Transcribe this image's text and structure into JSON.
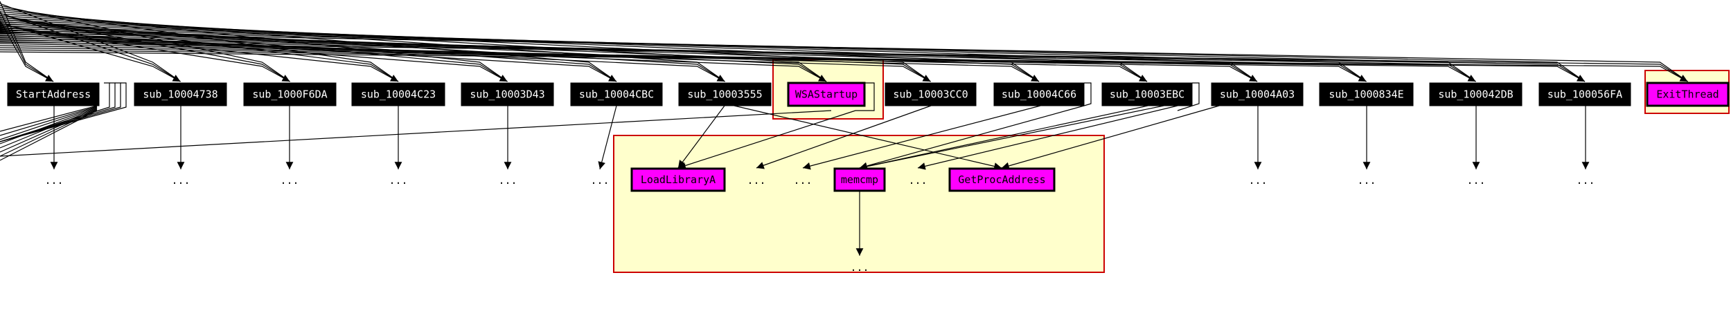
{
  "graph": {
    "top_nodes": [
      {
        "label": "StartAddress",
        "kind": "function"
      },
      {
        "label": "sub_10004738",
        "kind": "function"
      },
      {
        "label": "sub_1000F6DA",
        "kind": "function"
      },
      {
        "label": "sub_10004C23",
        "kind": "function"
      },
      {
        "label": "sub_10003D43",
        "kind": "function"
      },
      {
        "label": "sub_10004CBC",
        "kind": "function"
      },
      {
        "label": "sub_10003555",
        "kind": "function"
      },
      {
        "label": "WSAStartup",
        "kind": "import"
      },
      {
        "label": "sub_10003CC0",
        "kind": "function"
      },
      {
        "label": "sub_10004C66",
        "kind": "function"
      },
      {
        "label": "sub_10003EBC",
        "kind": "function"
      },
      {
        "label": "sub_10004A03",
        "kind": "function"
      },
      {
        "label": "sub_1000834E",
        "kind": "function"
      },
      {
        "label": "sub_100042DB",
        "kind": "function"
      },
      {
        "label": "sub_100056FA",
        "kind": "function"
      },
      {
        "label": "ExitThread",
        "kind": "import"
      }
    ],
    "second_nodes": [
      {
        "label": "LoadLibraryA",
        "kind": "import"
      },
      {
        "label": "memcmp",
        "kind": "import"
      },
      {
        "label": "GetProcAddress",
        "kind": "import"
      }
    ],
    "ellipsis": "...",
    "colors": {
      "function_fill": "#000000",
      "function_text": "#ffffff",
      "import_fill": "#ff00ff",
      "import_text": "#000000",
      "highlight_fill": "#ffffcc",
      "highlight_border": "#cc0000"
    }
  }
}
